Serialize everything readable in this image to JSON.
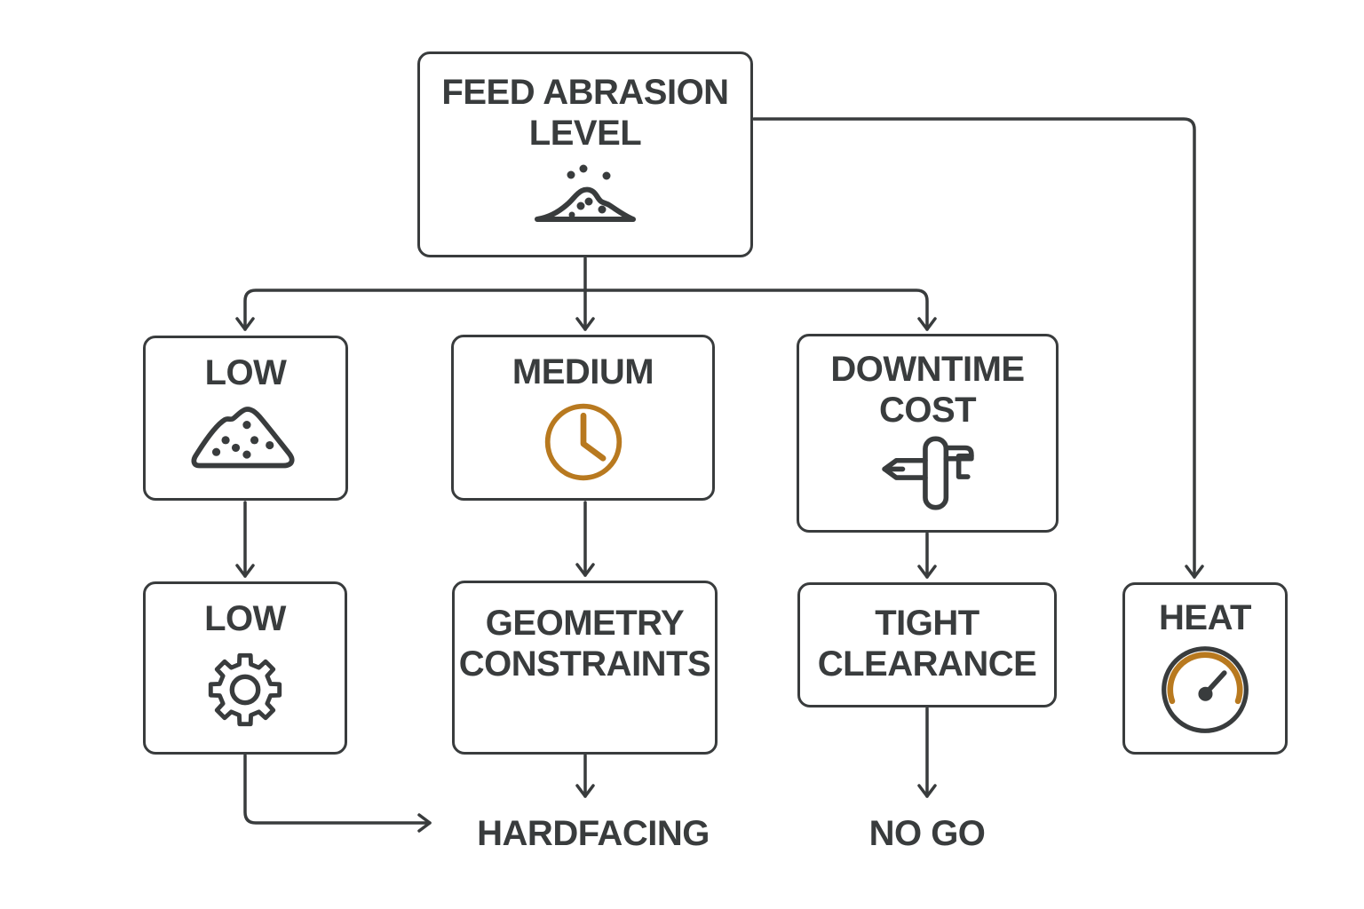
{
  "palette": {
    "ink": "#393c3d",
    "accent_orange": "#b8791f",
    "background": "#ffffff",
    "box_fill": "#ffffff"
  },
  "nodes": {
    "root": {
      "title": "FEED ABRASION\nLEVEL",
      "icon": "sand-pile-icon"
    },
    "low": {
      "title": "LOW",
      "icon": "sand-heap-icon"
    },
    "medium": {
      "title": "MEDIUM",
      "icon": "clock-icon"
    },
    "downtime_cost": {
      "title": "DOWNTIME\nCOST",
      "icon": "caliper-icon"
    },
    "low_outcome": {
      "title": "LOW",
      "icon": "gear-icon"
    },
    "geometry_constraints": {
      "title": "GEOMETRY\nCONSTRAINTS"
    },
    "tight_clearance": {
      "title": "TIGHT\nCLEARANCE"
    },
    "heat": {
      "title": "HEAT",
      "icon": "gauge-icon"
    }
  },
  "outcomes": {
    "hardfacing": "HARDFACING",
    "no_go": "NO GO"
  },
  "edges": [
    {
      "from": "feed-abrasion-level",
      "to": "low"
    },
    {
      "from": "feed-abrasion-level",
      "to": "medium"
    },
    {
      "from": "feed-abrasion-level",
      "to": "downtime-cost"
    },
    {
      "from": "feed-abrasion-level",
      "to": "heat"
    },
    {
      "from": "low",
      "to": "low-outcome"
    },
    {
      "from": "medium",
      "to": "geometry-constraints"
    },
    {
      "from": "downtime-cost",
      "to": "tight-clearance"
    },
    {
      "from": "low-outcome",
      "to": "hardfacing"
    },
    {
      "from": "geometry-constraints",
      "to": "hardfacing"
    },
    {
      "from": "tight-clearance",
      "to": "no-go"
    }
  ]
}
